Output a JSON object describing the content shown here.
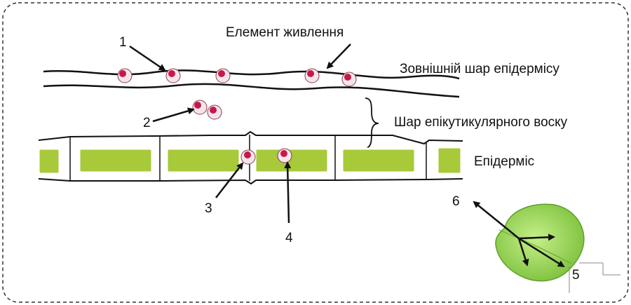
{
  "labels": {
    "nutrient_element": "Елемент живлення",
    "outer_epidermis_layer": "Зовнішній шар епідермісу",
    "epicuticular_wax_layer": "Шар епікутикулярного воску",
    "epidermis": "Епідерміс"
  },
  "numbers": {
    "n1": "1",
    "n2": "2",
    "n3": "3",
    "n4": "4",
    "n5": "5",
    "n6": "6"
  },
  "colors": {
    "cell_green": "#a8c93a",
    "leaf_green": "#9fd85a",
    "particle_red": "#c8184a",
    "outline": "#111111",
    "frame_dash": "#333333"
  }
}
